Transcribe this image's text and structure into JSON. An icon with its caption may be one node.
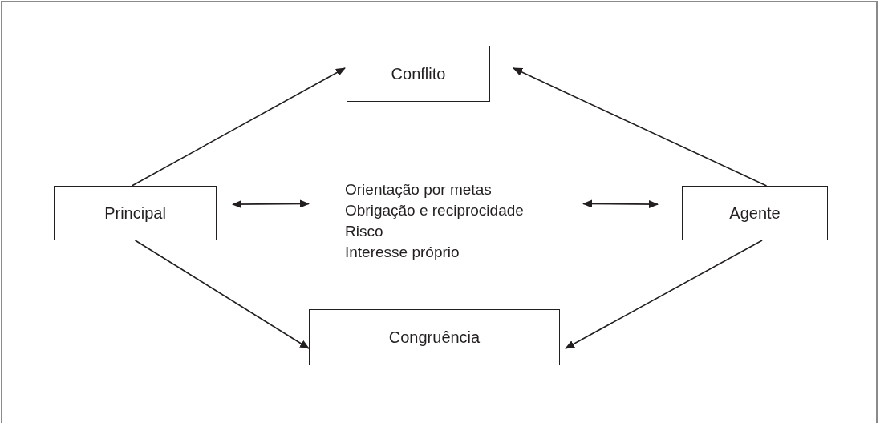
{
  "diagram": {
    "nodes": [
      {
        "text": [
          "Conflito"
        ]
      },
      {
        "text": [
          "Principal"
        ]
      },
      {
        "text": [
          "Orientação por metas",
          "Obrigação e reciprocidade",
          "Risco",
          "Interesse próprio"
        ]
      },
      {
        "text": [
          "Agente"
        ]
      },
      {
        "text": [
          "Congruência"
        ]
      }
    ],
    "edges": [
      {
        "from": 1,
        "to": 0,
        "arrow": "to"
      },
      {
        "from": 3,
        "to": 0,
        "arrow": "to"
      },
      {
        "from": 1,
        "to": 2,
        "arrow": "both"
      },
      {
        "from": 2,
        "to": 3,
        "arrow": "both"
      },
      {
        "from": 1,
        "to": 4,
        "arrow": "to"
      },
      {
        "from": 3,
        "to": 4,
        "arrow": "to"
      }
    ]
  }
}
